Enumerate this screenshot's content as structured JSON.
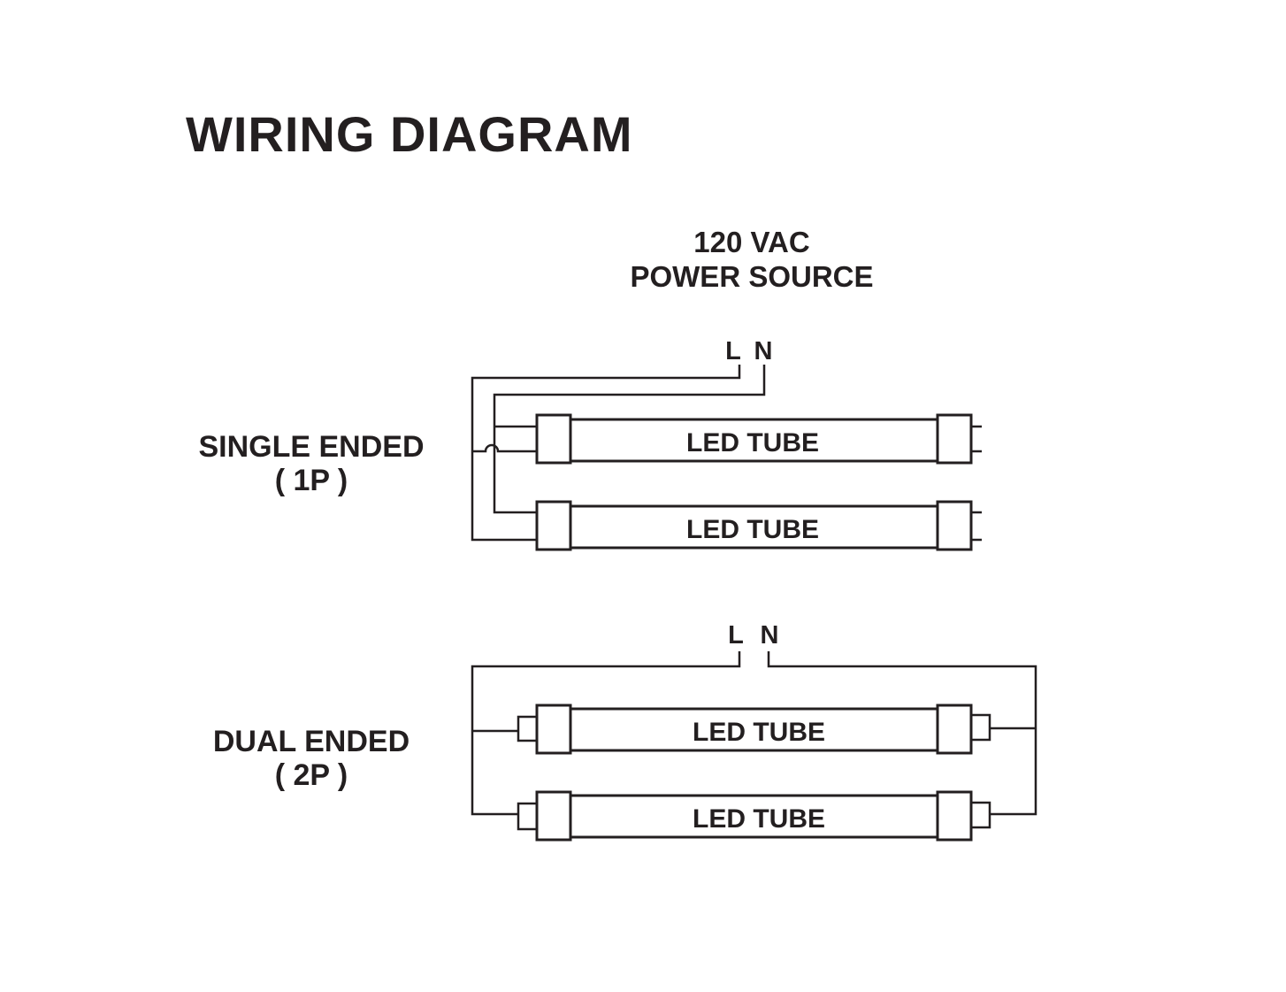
{
  "title": "WIRING DIAGRAM",
  "power_source": {
    "line1": "120 VAC",
    "line2": "POWER SOURCE"
  },
  "single_ended": {
    "label": "SINGLE ENDED",
    "sublabel": "( 1P )",
    "terminal_l": "L",
    "terminal_n": "N",
    "tubes": [
      "LED TUBE",
      "LED TUBE"
    ]
  },
  "dual_ended": {
    "label": "DUAL ENDED",
    "sublabel": "( 2P )",
    "terminal_l": "L",
    "terminal_n": "N",
    "tubes": [
      "LED TUBE",
      "LED TUBE"
    ]
  }
}
